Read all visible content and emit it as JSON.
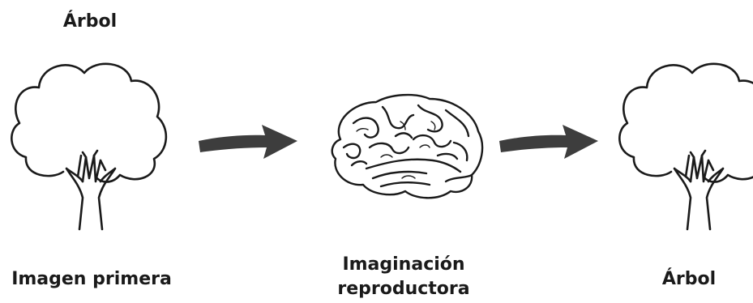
{
  "top_label": "Árbol",
  "left_caption": "Imagen primera",
  "middle_caption": {
    "line1": "Imaginación",
    "line2": "reproductora"
  },
  "right_caption": "Árbol",
  "colors": {
    "outline": "#1a1a1a",
    "arrow": "#3d3d3d",
    "background": "#ffffff"
  },
  "icons": [
    "tree-icon",
    "arrow-right-icon",
    "brain-icon",
    "arrow-right-icon",
    "tree-icon"
  ]
}
